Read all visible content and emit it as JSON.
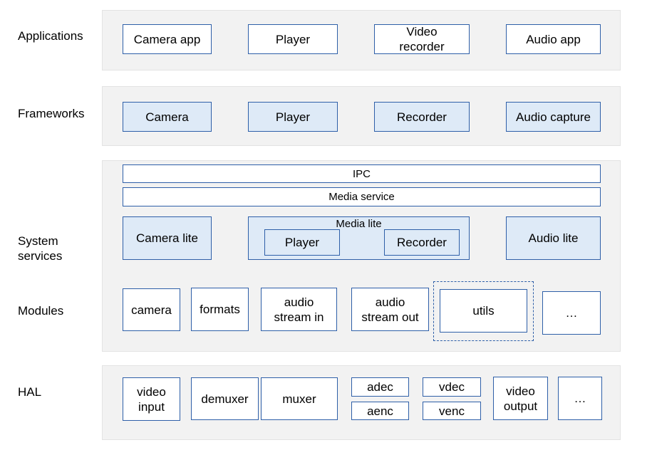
{
  "layers": {
    "applications": "Applications",
    "frameworks": "Frameworks",
    "system_services": "System\nservices",
    "modules": "Modules",
    "hal": "HAL"
  },
  "applications": {
    "camera_app": "Camera app",
    "player": "Player",
    "video_recorder": "Video\nrecorder",
    "audio_app": "Audio app"
  },
  "frameworks": {
    "camera": "Camera",
    "player": "Player",
    "recorder": "Recorder",
    "audio_capture": "Audio capture"
  },
  "system_services": {
    "ipc": "IPC",
    "media_service": "Media service",
    "camera_lite": "Camera lite",
    "media_lite": "Media lite",
    "media_lite_player": "Player",
    "media_lite_recorder": "Recorder",
    "audio_lite": "Audio lite"
  },
  "modules": {
    "camera": "camera",
    "formats": "formats",
    "audio_stream_in": "audio\nstream in",
    "audio_stream_out": "audio\nstream out",
    "utils": "utils",
    "more": "…"
  },
  "hal": {
    "video_input": "video\ninput",
    "demuxer": "demuxer",
    "muxer": "muxer",
    "adec": "adec",
    "aenc": "aenc",
    "vdec": "vdec",
    "venc": "venc",
    "video_output": "video\noutput",
    "more": "…"
  },
  "colors": {
    "band": "#f2f2f2",
    "box_border": "#2e5fa8",
    "box_blue": "#deeaf7"
  }
}
